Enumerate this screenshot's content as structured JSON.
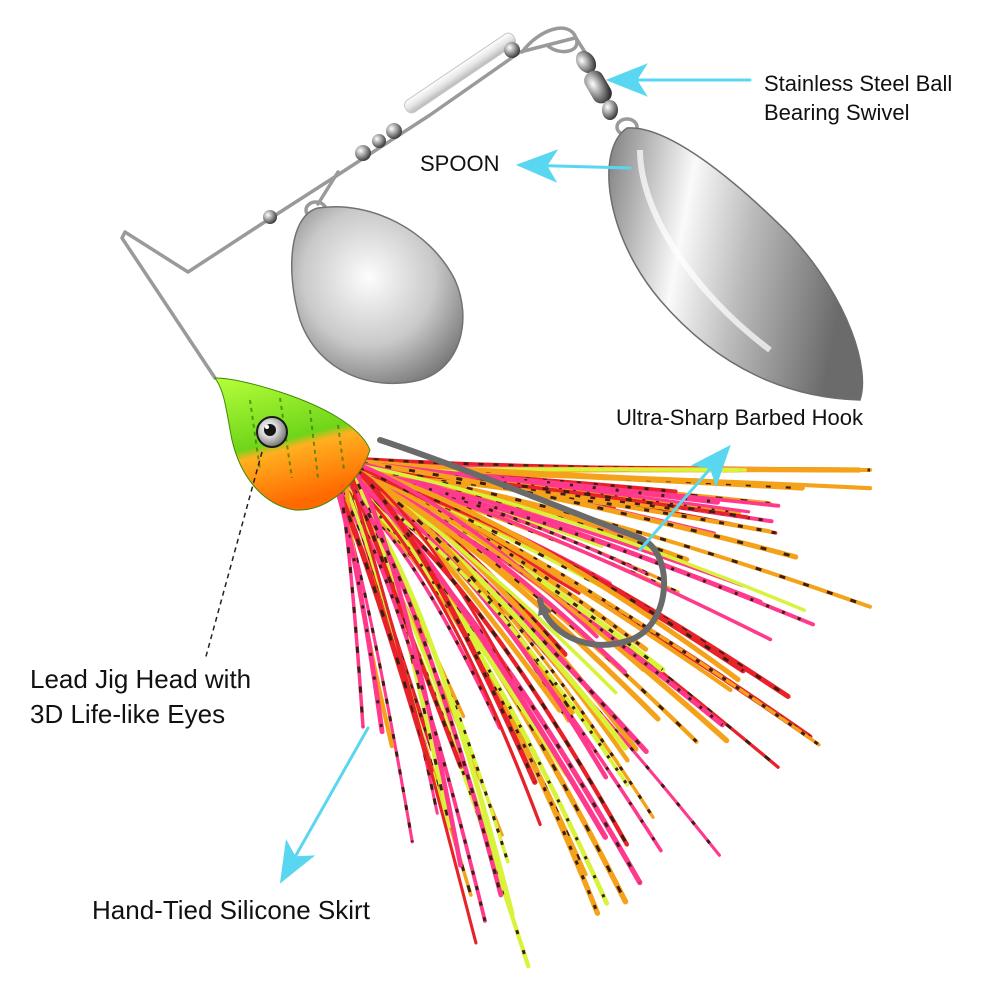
{
  "colors": {
    "accent_arrow": "#5ad7f0",
    "leader_line": "#222222",
    "skirt_pink": "#ff3a8c",
    "skirt_red": "#e8222a",
    "skirt_orange": "#f5a21b",
    "skirt_yellow": "#d9f23a",
    "skirt_speckle": "#3a1f12",
    "head_green": "#8be31b",
    "head_orange": "#ff7a10",
    "metal_light": "#f4f4f4",
    "metal_dark": "#8a8a8a",
    "wire": "#9a9a9a"
  },
  "callouts": {
    "swivel": {
      "line1": "Stainless Steel Ball",
      "line2": "Bearing Swivel"
    },
    "spoon": {
      "text": "SPOON"
    },
    "hook": {
      "text": "Ultra-Sharp Barbed Hook"
    },
    "jig_head": {
      "line1": "Lead Jig Head with",
      "line2": "3D Life-like Eyes"
    },
    "skirt": {
      "text": "Hand-Tied Silicone Skirt"
    }
  }
}
